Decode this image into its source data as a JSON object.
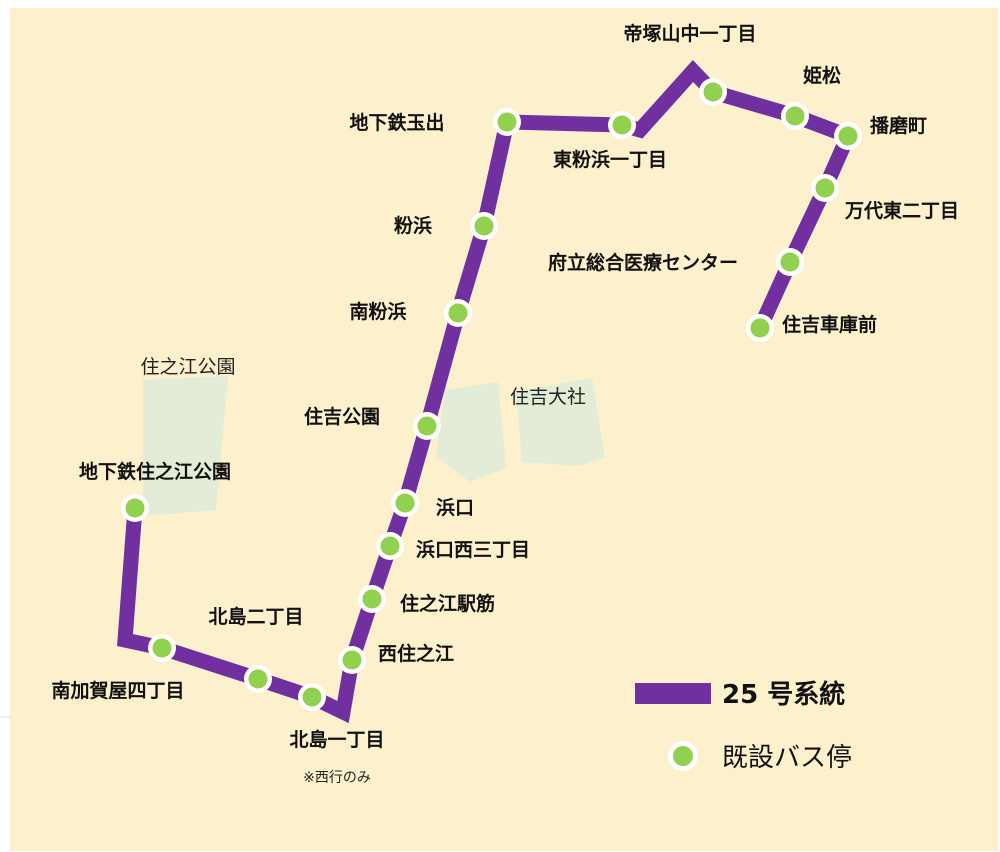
{
  "map": {
    "colors": {
      "background": "#fdf0cc",
      "route": "#7030a0",
      "stop": "#92d050",
      "park": "#e2ecd6"
    },
    "parks": [
      {
        "label": "住之江公園"
      },
      {
        "label": "住吉大社"
      }
    ],
    "route_name": "25 号系統",
    "stops": [
      {
        "name": "地下鉄住之江公園"
      },
      {
        "name": "南加賀屋四丁目"
      },
      {
        "name": "北島二丁目"
      },
      {
        "name": "北島一丁目"
      },
      {
        "name": "西住之江"
      },
      {
        "name": "住之江駅筋"
      },
      {
        "name": "浜口西三丁目"
      },
      {
        "name": "浜口"
      },
      {
        "name": "住吉公園"
      },
      {
        "name": "南粉浜"
      },
      {
        "name": "粉浜"
      },
      {
        "name": "地下鉄玉出"
      },
      {
        "name": "東粉浜一丁目"
      },
      {
        "name": "帝塚山中一丁目"
      },
      {
        "name": "姫松"
      },
      {
        "name": "播磨町"
      },
      {
        "name": "万代東二丁目"
      },
      {
        "name": "府立総合医療センター"
      },
      {
        "name": "住吉車庫前"
      }
    ],
    "note": "※西行のみ"
  },
  "legend": {
    "route_label": "25 号系統",
    "stop_label": "既設バス停"
  }
}
